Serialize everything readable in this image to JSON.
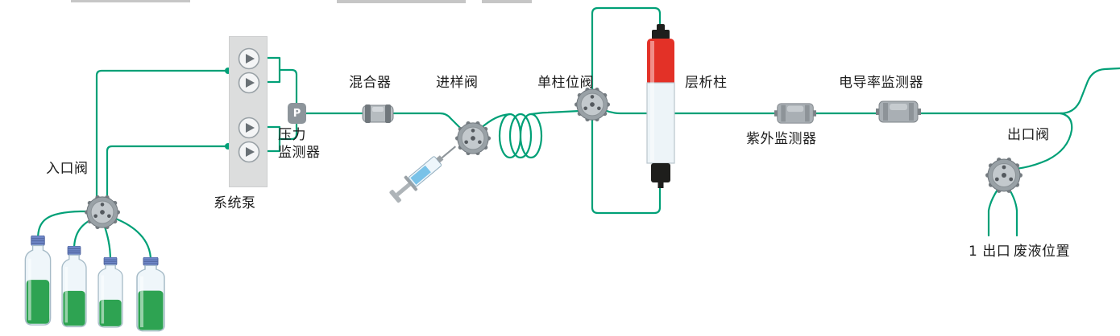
{
  "diagram": {
    "labels": {
      "inlet_valve": "入口阀",
      "system_pump": "系统泵",
      "pressure_monitor": "压力\n监测器",
      "pressure_symbol": "P",
      "mixer": "混合器",
      "injection_valve": "进样阀",
      "single_column_valve": "单柱位阀",
      "chromatography_column": "层析柱",
      "uv_monitor": "紫外监测器",
      "conductivity_monitor": "电导率监测器",
      "outlet_valve": "出口阀",
      "outlet_port_1": "1 出口",
      "waste_position": "废液位置"
    },
    "colors": {
      "tubing": "#00a077",
      "column_red": "#e33127",
      "liquid_green": "#2ea352",
      "pump_block": "#dcdddd",
      "cap_blue": "#6f87c8",
      "label_text": "#1c1c1c"
    },
    "icons": {
      "valve": "rotary-valve-icon",
      "pump_head": "pump-head-icon",
      "pressure": "pressure-p-icon",
      "mixer": "inline-mixer-icon",
      "syringe": "syringe-icon",
      "sample_loop": "sample-loop-coil-icon",
      "column": "chromatography-column-icon",
      "flow_monitor": "flow-cell-monitor-icon",
      "bottle": "buffer-bottle-icon"
    }
  }
}
